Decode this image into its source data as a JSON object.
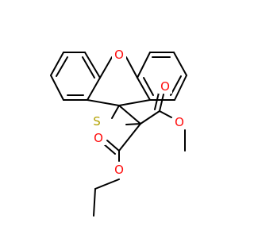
{
  "atoms": {
    "o_ring": {
      "symbol": "O",
      "color": "#ff0d0d"
    },
    "s_ring": {
      "symbol": "S",
      "color": "#b2a100"
    },
    "o_carbonyl_upper": {
      "symbol": "O",
      "color": "#ff0d0d"
    },
    "o_ester_upper": {
      "symbol": "O",
      "color": "#ff0d0d"
    },
    "o_carbonyl_lower": {
      "symbol": "O",
      "color": "#ff0d0d"
    },
    "o_ester_lower": {
      "symbol": "O",
      "color": "#ff0d0d"
    }
  },
  "bond_color": "#000000",
  "background": "#ffffff"
}
